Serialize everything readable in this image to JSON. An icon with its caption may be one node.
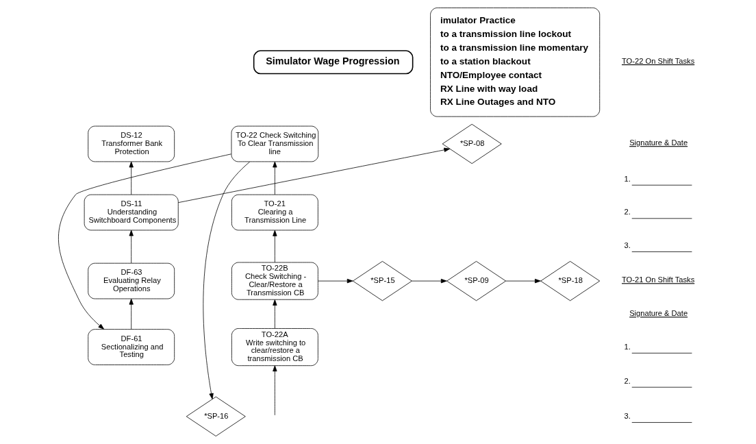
{
  "diagram": {
    "nodes": [
      {
        "text": [
          "Simulator Wage Progression"
        ]
      },
      {
        "text": [
          "imulator Practice",
          "to a transmission line lockout",
          "to a transmission line momentary",
          "to a station blackout",
          "NTO/Employee contact",
          "RX Line with way load",
          "RX Line Outages and NTO"
        ]
      },
      {
        "text": [
          "TO-22 Check Switching To Clear Transmission line"
        ]
      },
      {
        "text": [
          "TO-21",
          "Clearing a Transmission Line"
        ]
      },
      {
        "text": [
          "TO-22B",
          "Check Switching - Clear/Restore a Transmission CB"
        ]
      },
      {
        "text": [
          "TO-22A",
          "Write switching to clear/restore a transmission CB"
        ]
      },
      {
        "text": [
          "DS-12",
          "Transformer Bank Protection"
        ]
      },
      {
        "text": [
          "*SP-08"
        ]
      },
      {
        "text": [
          "DS-11",
          "Understanding Switchboard Components"
        ]
      },
      {
        "text": [
          "DF-63",
          "Evaluating Relay Operations"
        ]
      },
      {
        "text": [
          "DF-61",
          "Sectionalizing and Testing"
        ]
      },
      {
        "text": [
          "*SP-16"
        ]
      },
      {
        "text": [
          "*SP-15"
        ]
      },
      {
        "text": [
          "*SP-09"
        ]
      },
      {
        "text": [
          "*SP-18"
        ]
      }
    ],
    "edges": [
      {
        "from": null,
        "to": 5,
        "arrow": "to"
      },
      {
        "from": 5,
        "to": 4,
        "arrow": "to"
      },
      {
        "from": 4,
        "to": 3,
        "arrow": "to"
      },
      {
        "from": 3,
        "to": 2,
        "arrow": "to"
      },
      {
        "from": 4,
        "to": 12,
        "arrow": "to"
      },
      {
        "from": 12,
        "to": 13,
        "arrow": "to"
      },
      {
        "from": 13,
        "to": 14,
        "arrow": "to"
      },
      {
        "from": 2,
        "to": 11,
        "arrow": "to"
      },
      {
        "from": 2,
        "to": 10,
        "arrow": "to"
      },
      {
        "from": 10,
        "to": 9,
        "arrow": "to"
      },
      {
        "from": 9,
        "to": 8,
        "arrow": "to"
      },
      {
        "from": 8,
        "to": 6,
        "arrow": "to"
      },
      {
        "from": 8,
        "to": 7,
        "arrow": "to"
      }
    ],
    "labels": [
      "TO-22 On Shift Tasks",
      "Signature & Date",
      "1.",
      "2.",
      "3.",
      "TO-21 On Shift Tasks",
      "Signature & Date",
      "1.",
      "2.",
      "3."
    ]
  }
}
